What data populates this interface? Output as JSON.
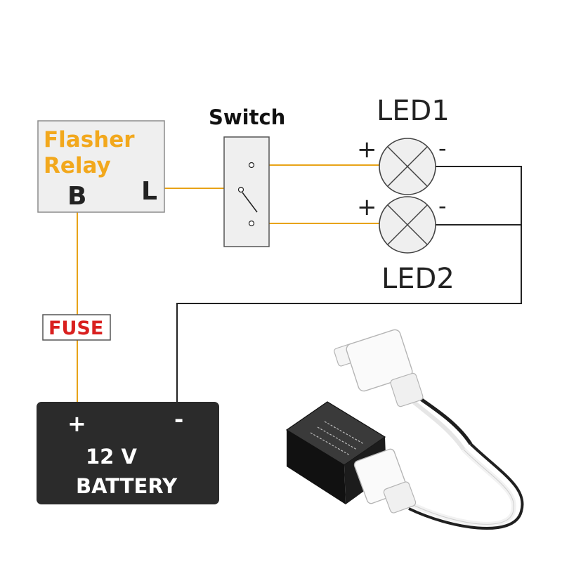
{
  "relay": {
    "title_line1": "Flasher",
    "title_line2": "Relay",
    "terminal_b": "B",
    "terminal_l": "L"
  },
  "switch": {
    "label": "Switch"
  },
  "led1": {
    "label": "LED1",
    "plus": "+",
    "minus": "-"
  },
  "led2": {
    "label": "LED2",
    "plus": "+",
    "minus": "-"
  },
  "fuse": {
    "label": "FUSE"
  },
  "battery": {
    "plus": "+",
    "minus": "-",
    "voltage": "12 V",
    "name": "BATTERY"
  },
  "colors": {
    "wire_hot": "#E8A317",
    "wire_ground": "#222222",
    "relay_text": "#F2A81D",
    "fuse_text": "#D9201F",
    "battery_body": "#2B2B2B",
    "box_fill": "#EFEFEF"
  },
  "product_photo": {
    "icon": "led-flasher-relay-photo"
  }
}
